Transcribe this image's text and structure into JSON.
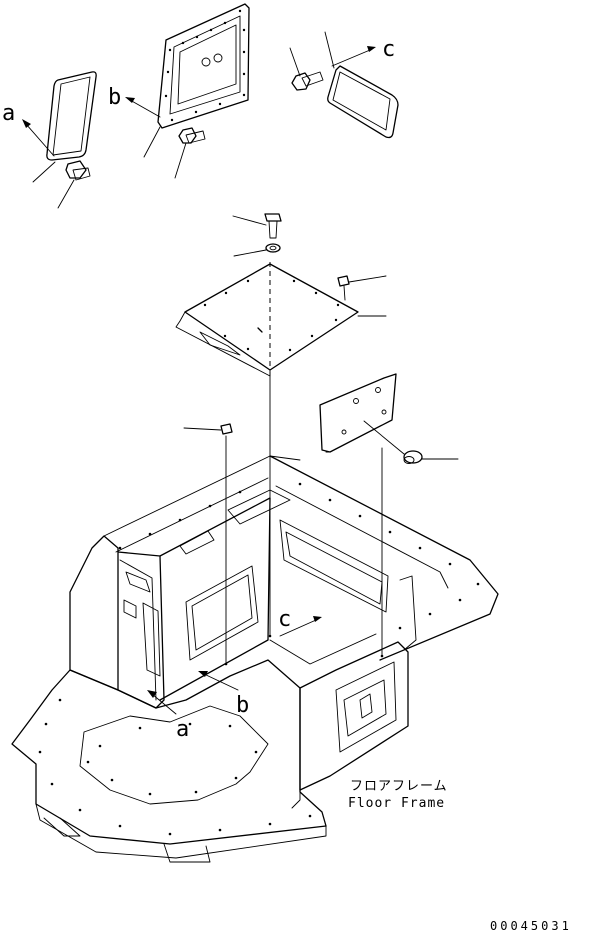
{
  "labels": {
    "callout_a": "a",
    "callout_b": "b",
    "callout_c": "c",
    "frame_name_jp": "フロアフレーム",
    "frame_name_en": "Floor Frame",
    "drawing_code": "00045031"
  }
}
